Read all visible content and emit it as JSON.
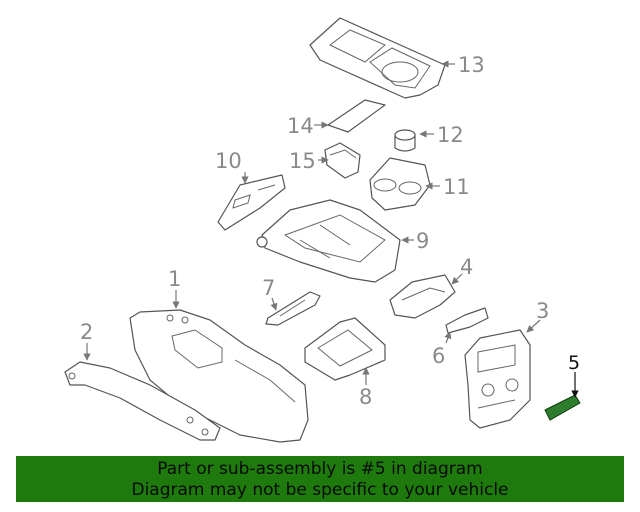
{
  "callouts": [
    "1",
    "2",
    "3",
    "4",
    "5",
    "6",
    "7",
    "8",
    "9",
    "10",
    "11",
    "12",
    "13",
    "14",
    "15"
  ],
  "highlighted_callout": "5",
  "colors": {
    "highlight": "#2e7d2e",
    "banner": "#1f7a0d",
    "callout_text": "#8a8a8a"
  },
  "banner": {
    "line1": "Part or sub-assembly is #5 in diagram",
    "line2": "Diagram may not be specific to your vehicle"
  }
}
